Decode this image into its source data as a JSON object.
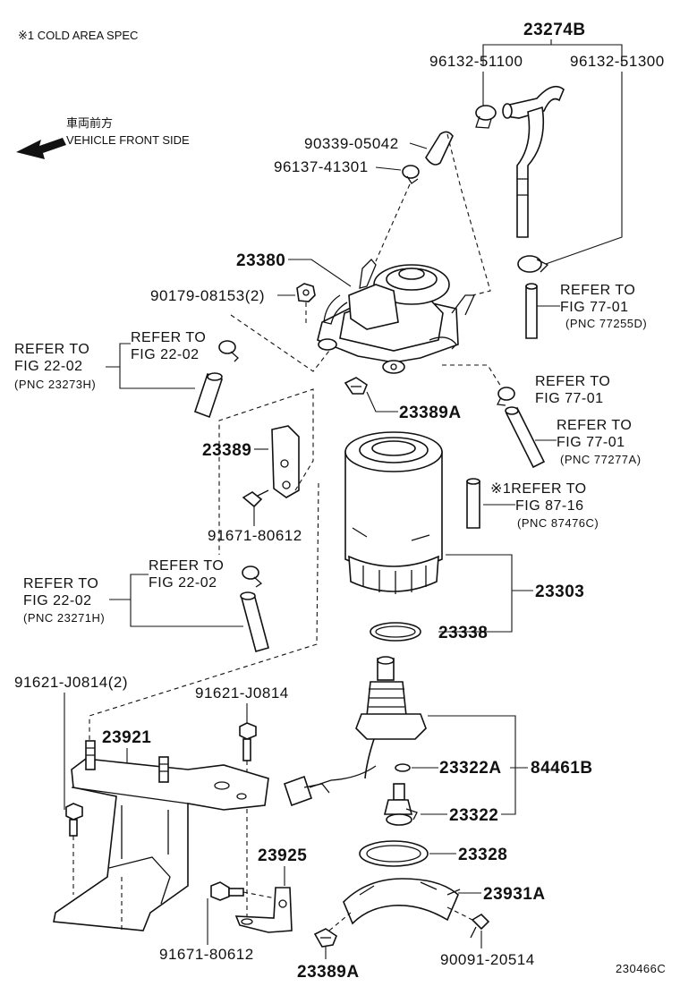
{
  "notes": {
    "cold_area": "※1 COLD AREA SPEC",
    "front_jp": "車両前方",
    "front_en": "VEHICLE FRONT SIDE",
    "code": "230466C"
  },
  "parts": {
    "p23274B": "23274B",
    "p9613251100": "96132-51100",
    "p9613251300": "96132-51300",
    "p9033905042": "90339-05042",
    "p9613741301": "96137-41301",
    "p23380": "23380",
    "p9017908153": "90179-08153(2)",
    "p23389A_top": "23389A",
    "p23389": "23389",
    "p9167180612_top": "91671-80612",
    "p23303": "23303",
    "p23338": "23338",
    "p91621J0814_2": "91621-J0814(2)",
    "p91621J0814": "91621-J0814",
    "p23921": "23921",
    "p23322A": "23322A",
    "p84461B": "84461B",
    "p23322": "23322",
    "p23328": "23328",
    "p23925": "23925",
    "p23931A": "23931A",
    "p9167180612_bot": "91671-80612",
    "p9009120514": "90091-20514",
    "p23389A_bot": "23389A"
  },
  "refs": {
    "r1": {
      "l1": "REFER TO",
      "l2": "FIG 77-01",
      "l3": "(PNC 77255D)"
    },
    "r2a": {
      "l1": "REFER TO",
      "l2": "FIG 22-02",
      "l3": "(PNC 23273H)"
    },
    "r2b": {
      "l1": "REFER TO",
      "l2": "FIG 22-02"
    },
    "r3": {
      "l1": "REFER TO",
      "l2": "FIG 77-01"
    },
    "r4": {
      "l1": "REFER TO",
      "l2": "FIG 77-01",
      "l3": "(PNC 77277A)"
    },
    "r5": {
      "l1": "※1REFER TO",
      "l2": "FIG 87-16",
      "l3": "(PNC 87476C)"
    },
    "r6a": {
      "l1": "REFER TO",
      "l2": "FIG 22-02",
      "l3": "(PNC 23271H)"
    },
    "r6b": {
      "l1": "REFER TO",
      "l2": "FIG 22-02"
    }
  }
}
